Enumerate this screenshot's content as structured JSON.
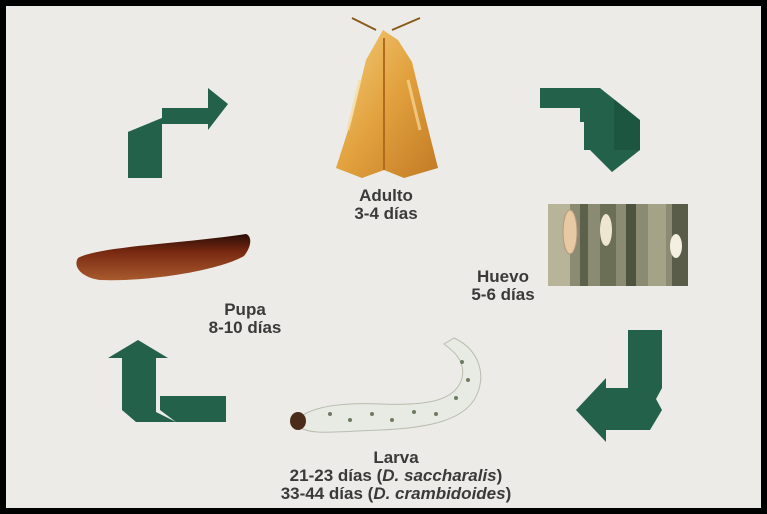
{
  "colors": {
    "background": "#ecebe7",
    "arrow": "#23614a",
    "arrow_dark": "#174734",
    "text": "#3a3a3a"
  },
  "stages": {
    "adulto": {
      "name": "Adulto",
      "duration": "3-4 días"
    },
    "huevo": {
      "name": "Huevo",
      "duration": "5-6 días"
    },
    "larva": {
      "name": "Larva",
      "line1_days": "21-23 días (",
      "line1_species": "D. saccharalis",
      "line1_close": ")",
      "line2_days": "33-44 días (",
      "line2_species": "D. crambidoides",
      "line2_close": ")"
    },
    "pupa": {
      "name": "Pupa",
      "duration": "8-10 días"
    }
  },
  "icons": [
    "moth-adult-image",
    "eggs-on-leaf-image",
    "larva-caterpillar-image",
    "pupa-image",
    "cycle-arrow-icon"
  ]
}
